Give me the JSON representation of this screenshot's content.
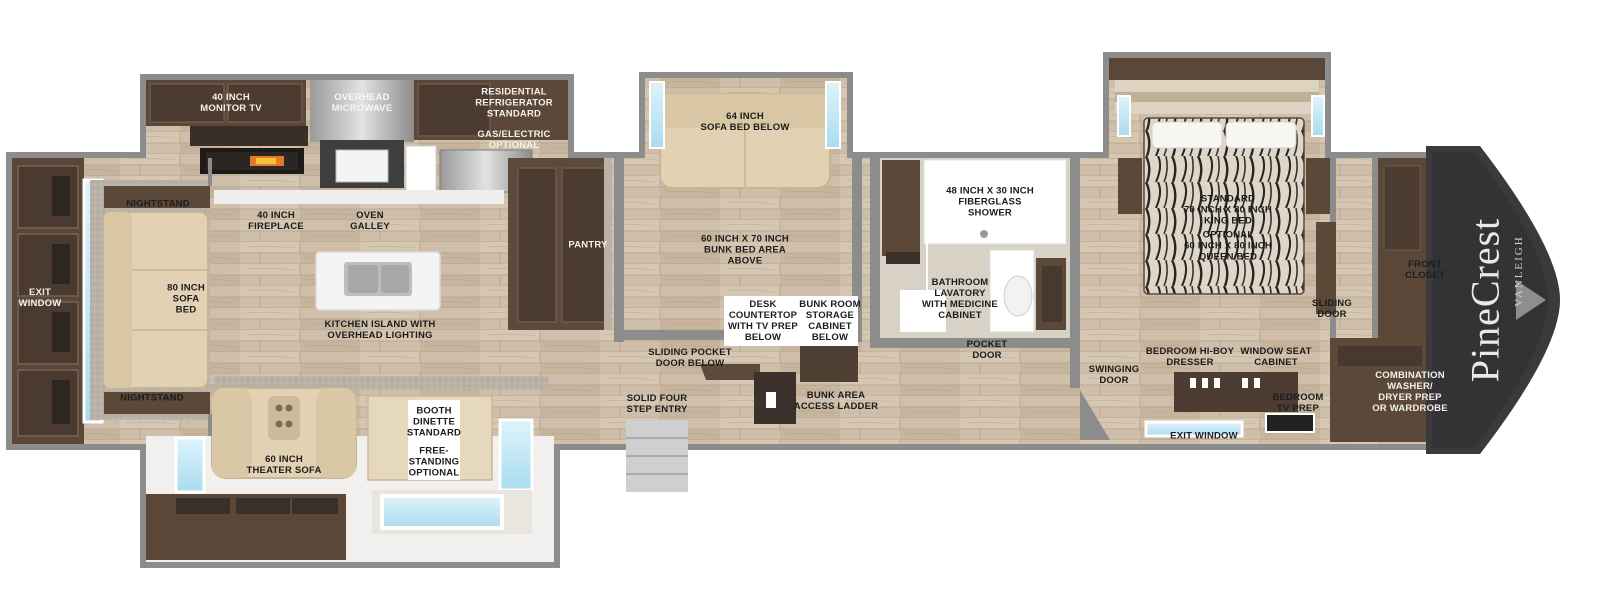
{
  "brand": {
    "name": "PineCrest",
    "sub": "VANLEIGH"
  },
  "labels": {
    "monitor_tv": "40 INCH\nMONITOR TV",
    "microwave": "OVERHEAD\nMICROWAVE",
    "refrigerator": "RESIDENTIAL\nREFRIGERATOR\nSTANDARD",
    "gas_electric": "GAS/ELECTRIC\nOPTIONAL",
    "nightstand_top": "NIGHTSTAND",
    "fireplace": "40 INCH\nFIREPLACE",
    "oven": "OVEN\nGALLEY",
    "pantry": "PANTRY",
    "exit_window_left": "EXIT\nWINDOW",
    "sofa_bed_80": "80 INCH\nSOFA\nBED",
    "kitchen_island": "KITCHEN ISLAND WITH\nOVERHEAD LIGHTING",
    "nightstand_bottom": "NIGHTSTAND",
    "theater_sofa": "60 INCH\nTHEATER SOFA",
    "booth_dinette": "BOOTH\nDINETTE\nSTANDARD",
    "free_standing": "FREE-\nSTANDING\nOPTIONAL",
    "sofa_bed_64": "64 INCH\nSOFA BED BELOW",
    "bunk_bed": "60 INCH X 70 INCH\nBUNK BED AREA\nABOVE",
    "desk_countertop": "DESK\nCOUNTERTOP\nWITH TV PREP\nBELOW",
    "bunk_storage": "BUNK ROOM\nSTORAGE\nCABINET\nBELOW",
    "sliding_pocket": "SLIDING POCKET\nDOOR BELOW",
    "step_entry": "SOLID FOUR\nSTEP ENTRY",
    "bunk_ladder": "BUNK AREA\nACCESS LADDER",
    "shower": "48 INCH X 30 INCH\nFIBERGLASS\nSHOWER",
    "lavatory": "BATHROOM\nLAVATORY\nWITH MEDICINE\nCABINET",
    "pocket_door": "POCKET\nDOOR",
    "swinging_door": "SWINGING\nDOOR",
    "king_bed": "STANDARD\n70 INCH X 80 INCH\nKING BED",
    "queen_bed": "OPTIONAL\n60 INCH X 80 INCH\nQUEEN BED",
    "sliding_door": "SLIDING\nDOOR",
    "front_closet": "FRONT\nCLOSET",
    "hi_boy": "BEDROOM HI-BOY\nDRESSER",
    "window_seat": "WINDOW SEAT\nCABINET",
    "washer_dryer": "COMBINATION\nWASHER/\nDRYER PREP\nOR WARDROBE",
    "bedroom_tv": "BEDROOM\nTV PREP",
    "exit_window_right": "EXIT WINDOW"
  },
  "colors": {
    "floor": "#cdbda8",
    "floor_grain": "#b9a68e",
    "wall": "#8a8a8a",
    "cabinet": "#5c4a3d",
    "cabinet_dark": "#3f322a",
    "sofa": "#e3d3b4",
    "counter": "#f3f3f3",
    "carpet": "#b8b2a6",
    "cap": "#3a3a3c"
  }
}
